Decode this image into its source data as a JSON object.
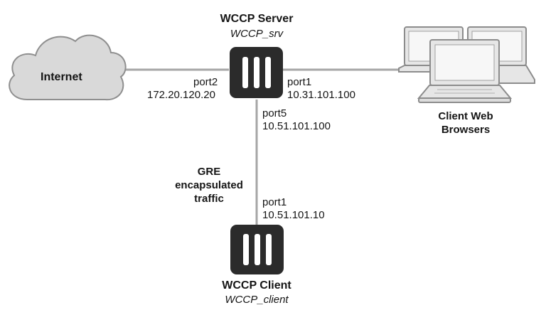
{
  "cloud": {
    "label": "Internet"
  },
  "server": {
    "title": "WCCP Server",
    "name": "WCCP_srv",
    "port_left": {
      "name": "port2",
      "ip": "172.20.120.20"
    },
    "port_right": {
      "name": "port1",
      "ip": "10.31.101.100"
    },
    "port_down": {
      "name": "port5",
      "ip": "10.51.101.100"
    }
  },
  "client": {
    "title": "WCCP Client",
    "name": "WCCP_client",
    "port_up": {
      "name": "port1",
      "ip": "10.51.101.10"
    }
  },
  "browsers": {
    "line1": "Client Web",
    "line2": "Browsers"
  },
  "link_label": {
    "line1": "GRE",
    "line2": "encapsulated",
    "line3": "traffic"
  },
  "colors": {
    "device_body": "#2b2b2b",
    "device_slot": "#ffffff",
    "cloud_fill": "#d9d9d9",
    "cloud_stroke": "#8f8f8f",
    "link": "#a6a6a6",
    "laptop_body": "#e6e6e6",
    "laptop_stroke": "#8c8c8c",
    "laptop_screen": "#f7f7f7"
  },
  "icons": [
    "cloud-icon",
    "fortigate-server-icon",
    "fortigate-client-icon",
    "laptops-icon"
  ]
}
